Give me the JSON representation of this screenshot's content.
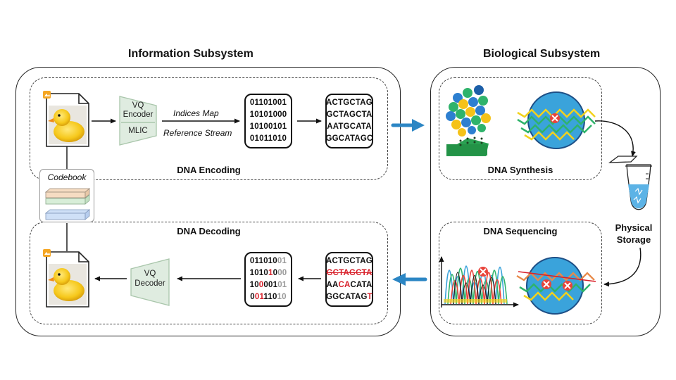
{
  "info_subsystem": {
    "title": "Information Subsystem",
    "encoding": {
      "label": "DNA Encoding",
      "encoder_top": "VQ",
      "encoder_mid": "Encoder",
      "encoder_bottom": "MLIC",
      "indices_map": "Indices Map",
      "reference_stream": "Reference Stream",
      "binary": [
        "01101001",
        "10101000",
        "10100101",
        "01011010"
      ],
      "dna": [
        "ACTGCTAG",
        "GCTAGCTA",
        "AATGCATA",
        "GGCATAGC"
      ]
    },
    "codebook": {
      "label": "Codebook"
    },
    "decoding": {
      "label": "DNA Decoding",
      "decoder_top": "VQ",
      "decoder_bottom": "Decoder",
      "binary": [
        [
          {
            "t": "011010",
            "c": "n"
          },
          {
            "t": "01",
            "c": "g"
          }
        ],
        [
          {
            "t": "1010",
            "c": "n"
          },
          {
            "t": "1",
            "c": "r"
          },
          {
            "t": "0",
            "c": "n"
          },
          {
            "t": "00",
            "c": "g"
          }
        ],
        [
          {
            "t": "10",
            "c": "n"
          },
          {
            "t": "0",
            "c": "r"
          },
          {
            "t": "001",
            "c": "n"
          },
          {
            "t": "01",
            "c": "g"
          }
        ],
        [
          {
            "t": "0",
            "c": "n"
          },
          {
            "t": "01",
            "c": "r"
          },
          {
            "t": "110",
            "c": "n"
          },
          {
            "t": "10",
            "c": "g"
          }
        ]
      ],
      "dna": [
        [
          {
            "t": "ACTGCTAG",
            "c": "n"
          }
        ],
        [
          {
            "t": "GCTAGCTA",
            "c": "s"
          }
        ],
        [
          {
            "t": "AA",
            "c": "n"
          },
          {
            "t": "CA",
            "c": "r"
          },
          {
            "t": "CATA",
            "c": "n"
          }
        ],
        [
          {
            "t": "GGCATAG",
            "c": "n"
          },
          {
            "t": "T",
            "c": "r"
          }
        ]
      ]
    }
  },
  "bio_subsystem": {
    "title": "Biological Subsystem",
    "synthesis_label": "DNA Synthesis",
    "sequencing_label": "DNA Sequencing",
    "storage_line1": "Physical",
    "storage_line2": "Storage"
  },
  "colors": {
    "blue_arrow": "#2c86c4",
    "vq_fill": "#dfece0",
    "vq_stroke": "#a9c6ab",
    "red": "#d8202a"
  }
}
